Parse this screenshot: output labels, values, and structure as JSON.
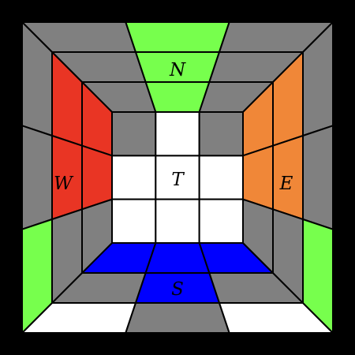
{
  "colors": {
    "frame": "#000000",
    "gray": "#808080",
    "white": "#ffffff",
    "green": "#77ff4d",
    "blue": "#0000ff",
    "red": "#e93524",
    "orange": "#f08738",
    "line": "#000000"
  },
  "faces": {
    "north": {
      "label": "N",
      "color": "green"
    },
    "south": {
      "label": "S",
      "color": "blue"
    },
    "west": {
      "label": "W",
      "color": "red"
    },
    "east": {
      "label": "E",
      "color": "orange"
    },
    "top": {
      "label": "T",
      "color": "white"
    }
  },
  "sticker_colors": {
    "top": [
      [
        "gray",
        "white",
        "gray"
      ],
      [
        "white",
        "white",
        "white"
      ],
      [
        "white",
        "white",
        "white"
      ]
    ],
    "north": [
      [
        "gray",
        "green",
        "gray"
      ],
      [
        "gray",
        "green",
        "gray"
      ],
      [
        "gray",
        "green",
        "gray"
      ]
    ],
    "south": [
      [
        "blue",
        "blue",
        "blue"
      ],
      [
        "gray",
        "blue",
        "gray"
      ],
      [
        "white",
        "gray",
        "white"
      ]
    ],
    "west": [
      [
        "gray",
        "red",
        "red"
      ],
      [
        "gray",
        "red",
        "red"
      ],
      [
        "green",
        "gray",
        "gray"
      ]
    ],
    "east": [
      [
        "orange",
        "orange",
        "gray"
      ],
      [
        "orange",
        "orange",
        "gray"
      ],
      [
        "gray",
        "gray",
        "green"
      ]
    ]
  }
}
